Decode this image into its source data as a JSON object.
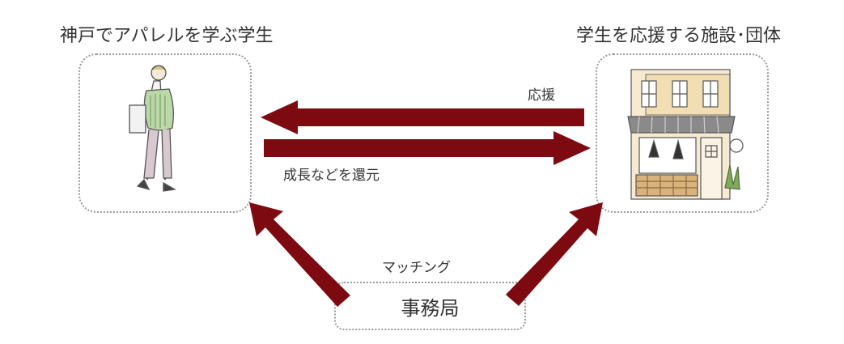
{
  "nodes": {
    "student_title": "神戸でアパレルを学ぶ学生",
    "facility_title": "学生を応援する施設･団体",
    "office_label": "事務局"
  },
  "edges": {
    "support_label": "応援",
    "return_label": "成長などを還元",
    "matching_label": "マッチング"
  },
  "colors": {
    "arrow": "#7d0a10",
    "box_border": "#9a9a9a",
    "text": "#333333"
  },
  "icons": {
    "left": "walking-student-illustration-icon",
    "right": "storefront-illustration-icon"
  }
}
